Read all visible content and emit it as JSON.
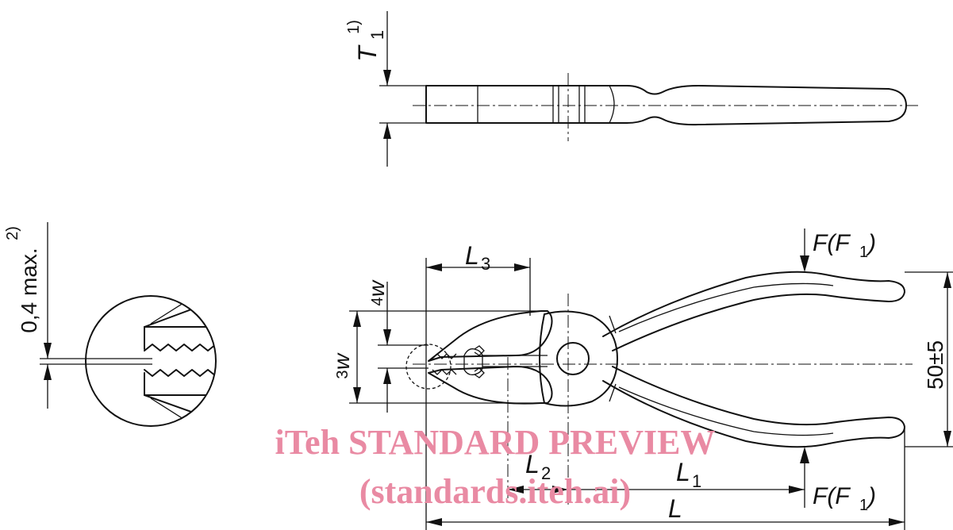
{
  "labels": {
    "t1": "T",
    "t1_sub": "1",
    "t1_note": "1)",
    "jaw_gap": "0,4 max.",
    "jaw_gap_note": "2)",
    "l3": "L",
    "l3_sub": "3",
    "w4": "w",
    "w4_sub": "4",
    "w3": "w",
    "w3_sub": "3",
    "force_top": "F(F",
    "force_top_sub": "1",
    "force_top_close": ")",
    "force_bottom": "F(F",
    "force_bottom_sub": "1",
    "force_bottom_close": ")",
    "handle_opening": "50±5",
    "l2": "L",
    "l2_sub": "2",
    "l1": "L",
    "l1_sub": "1",
    "l": "L"
  },
  "watermark": {
    "line1": "iTeh STANDARD PREVIEW",
    "line2": "(standards.iteh.ai)",
    "color": "#e98aa3"
  }
}
